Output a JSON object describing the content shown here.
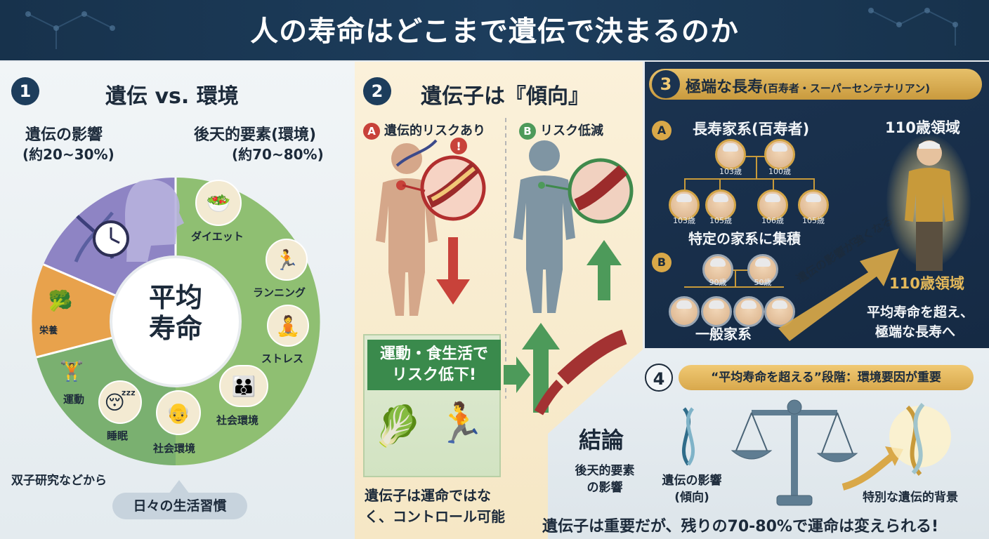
{
  "header": {
    "title": "人の寿命はどこまで遺伝で決まるのか"
  },
  "panel1": {
    "number": "1",
    "title": "遺伝 vs. 環境",
    "genetic_label": "遺伝の影響",
    "genetic_range": "(約20~30%)",
    "env_label": "後天的要素(環境)",
    "env_range": "(約70~80%)",
    "center": [
      "平均",
      "寿命"
    ],
    "items": {
      "diet": "ダイエット",
      "running": "ランニング",
      "stress": "ストレス",
      "social1": "社会環境",
      "social2": "社会環境",
      "sleep": "睡眠",
      "exercise": "運動",
      "nutrition": "栄養"
    },
    "footnote": "双子研究などから",
    "habit_tag": "日々の生活習慣",
    "colors": {
      "genetic": "#8e84c4",
      "nutrition": "#e8a24c",
      "env": "#8fbf72",
      "env_dark": "#6aa46f"
    }
  },
  "panel2": {
    "number": "2",
    "title": "遺伝子は『傾向』",
    "risk_badge": "A",
    "risk_label": "遺伝的リスクあり",
    "low_badge": "B",
    "low_label": "リスク低減",
    "banner": [
      "運動・食生活で",
      "リスク低下!"
    ],
    "conclusion": [
      "遺伝子は運命ではな",
      "く、コントロール可能"
    ]
  },
  "panel3": {
    "number": "3",
    "title": "極端な長寿",
    "subtitle": "(百寿者・スーパーセンテナリアン)",
    "a_badge": "A",
    "a_label": "長寿家系(百寿者)",
    "a_ages_top": [
      "103歳",
      "100歳"
    ],
    "a_ages_bottom": [
      "103歳",
      "105歳",
      "106歳",
      "105歳"
    ],
    "a_caption": "特定の家系に集積",
    "b_badge": "B",
    "b_ages_top": [
      "90歳",
      "50歳"
    ],
    "b_caption": "一般家系",
    "arrow_text": "遺伝の影響が強くなる",
    "zone_top": "110歳領域",
    "zone_bottom": "110歳領域",
    "summary": [
      "平均寿命を超え、",
      "極端な長寿へ"
    ]
  },
  "panel4": {
    "number": "4",
    "title": "“平均寿命を超える”段階：環境要因が重要",
    "conclusion_label": "結論",
    "env_factor": [
      "後天的要素",
      "の影響"
    ],
    "genetic_factor": [
      "遺伝の影響",
      "(傾向)"
    ],
    "special": "特別な遺伝的背景",
    "final": "遺伝子は重要だが、残りの70-80%で運命は変えられる!"
  }
}
